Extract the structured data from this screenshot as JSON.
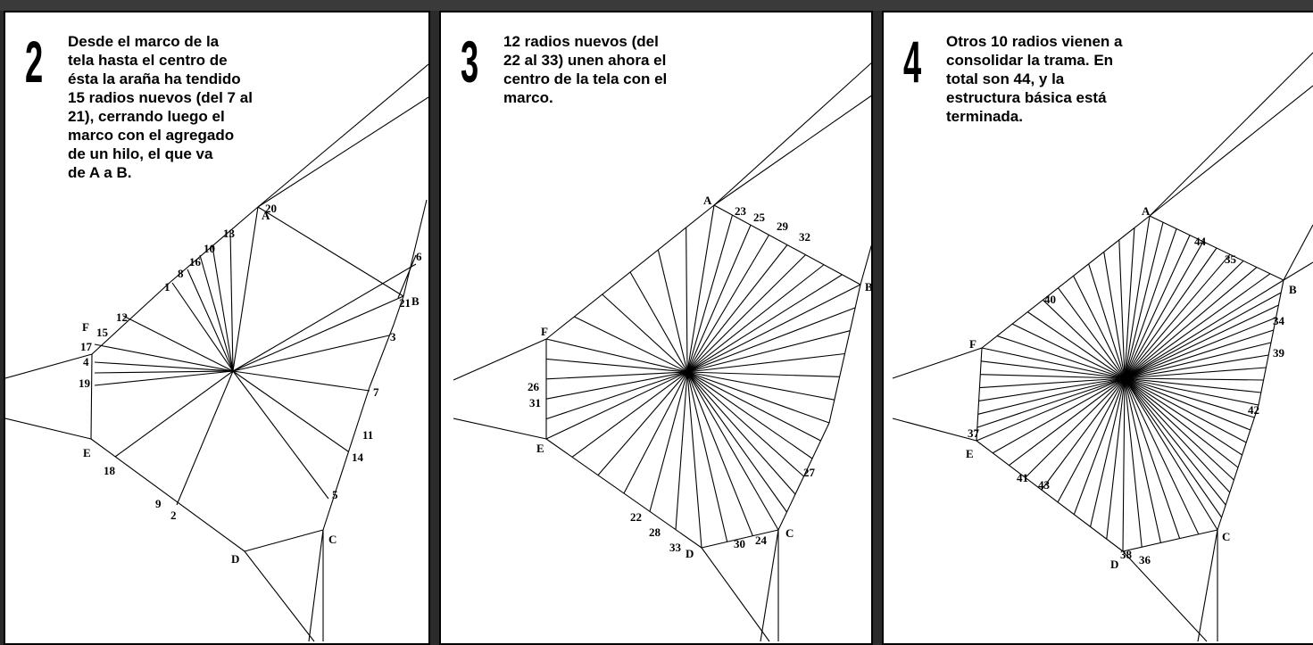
{
  "panels": [
    {
      "number": "2",
      "text": "Desde el marco de la\ntela hasta el centro de\nésta la araña ha tendido\n15 radios nuevos (del 7 al\n21), cerrando luego el\nmarco con el agregado\nde un hilo, el que va\nde A a B.",
      "labels": [
        "A",
        "B",
        "C",
        "D",
        "E",
        "F",
        "20",
        "13",
        "10",
        "16",
        "8",
        "1",
        "12",
        "15",
        "17",
        "4",
        "19",
        "18",
        "9",
        "2",
        "5",
        "14",
        "11",
        "7",
        "3",
        "21",
        "6"
      ]
    },
    {
      "number": "3",
      "text": "12 radios nuevos (del\n22 al 33) unen ahora el\ncentro de la tela con el\nmarco.",
      "labels": [
        "A",
        "B",
        "C",
        "D",
        "E",
        "F",
        "23",
        "25",
        "29",
        "32",
        "26",
        "31",
        "22",
        "28",
        "33",
        "30",
        "24",
        "27"
      ]
    },
    {
      "number": "4",
      "text": "Otros 10 radios vienen a\nconsolidar la trama. En\ntotal son 44, y la\nestructura básica está\nterminada.",
      "labels": [
        "A",
        "B",
        "C",
        "D",
        "E",
        "F",
        "44",
        "35",
        "40",
        "34",
        "39",
        "42",
        "37",
        "41",
        "43",
        "38",
        "36"
      ]
    }
  ]
}
